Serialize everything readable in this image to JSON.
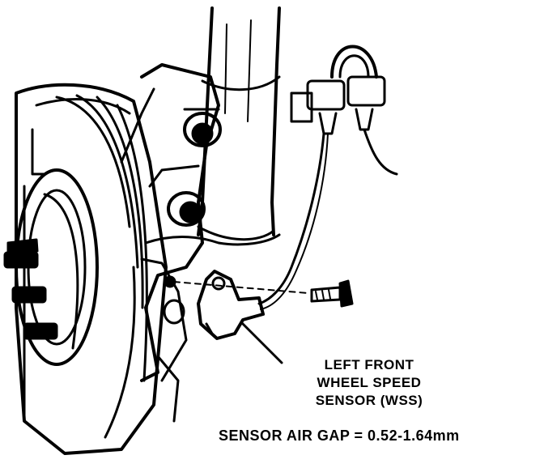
{
  "diagram": {
    "callout": {
      "line1": "LEFT FRONT",
      "line2": "WHEEL SPEED",
      "line3": "SENSOR (WSS)"
    },
    "spec": "SENSOR AIR GAP = 0.52-1.64mm"
  },
  "style": {
    "ink": "#000000",
    "paper": "#ffffff"
  }
}
